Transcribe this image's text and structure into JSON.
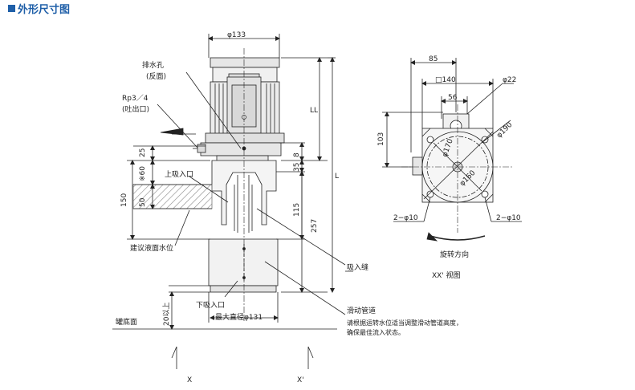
{
  "title": "外形尺寸图",
  "colors": {
    "accent": "#1f5fa8",
    "line": "#222222",
    "motor": "#e9e9e9",
    "hatch": "#9a9a9a"
  },
  "front_view": {
    "dia133": "φ133",
    "drain_hole": "排水孔",
    "drain_hole_sub": "(反面)",
    "rp": "Rp3／4",
    "outlet": "(吐出口)",
    "ll": "LL",
    "l": "L",
    "d25": "25",
    "d8": "8",
    "d60": "※60",
    "d35": "35",
    "d150": "150",
    "d50": "50",
    "d115": "115",
    "d257": "257",
    "upper_inlet": "上吸入口",
    "liquid_level": "建议液面水位",
    "suction_slit": "吸入缝",
    "lower_inlet": "下吸入口",
    "max_dia": "最大直径φ131",
    "min20": "20以上",
    "tank_bottom": "罐底面",
    "sliding_pipe": "滑动管道",
    "note1": "请根据运转水位适当调整滑动管道高度，",
    "note2": "确保最佳流入状态。",
    "x": "X",
    "x2": "X'"
  },
  "side_view": {
    "d85": "85",
    "sq140": "□140",
    "dia22": "φ22",
    "d56": "56",
    "dia190": "φ190",
    "dia170": "φ170",
    "d103": "103",
    "dia160": "φ160",
    "holes_left": "2−φ10",
    "holes_right": "2−φ10",
    "rotation": "旋转方向",
    "view_label": "XX' 视图"
  }
}
